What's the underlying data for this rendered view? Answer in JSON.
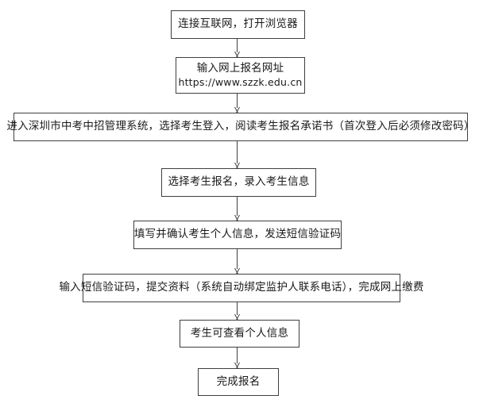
{
  "diagram": {
    "type": "flowchart",
    "orientation": "top-to-bottom",
    "background_color": "#ffffff",
    "border_color": "#3f3f3f",
    "text_color": "#1a1a1a",
    "nodes": [
      {
        "id": "step-1",
        "label": "连接互联网，打开浏览器",
        "sublabel": ""
      },
      {
        "id": "step-2",
        "label": "输入网上报名网址",
        "sublabel": "https://www.szzk.edu.cn"
      },
      {
        "id": "step-3",
        "label": "进入深圳市中考中招管理系统，选择考生登入，阅读考生报名承诺书（首次登入后必须修改密码）",
        "sublabel": ""
      },
      {
        "id": "step-4",
        "label": "选择考生报名，录入考生信息",
        "sublabel": ""
      },
      {
        "id": "step-5",
        "label": "填写并确认考生个人信息，发送短信验证码",
        "sublabel": ""
      },
      {
        "id": "step-6",
        "label": "输入短信验证码，提交资料（系统自动绑定监护人联系电话），完成网上缴费",
        "sublabel": ""
      },
      {
        "id": "step-7",
        "label": "考生可查看个人信息",
        "sublabel": ""
      },
      {
        "id": "step-8",
        "label": "完成报名",
        "sublabel": ""
      }
    ],
    "connectors": [
      {
        "id": "arrow-1",
        "from": "step-1",
        "to": "step-2",
        "icon": "arrow-down-icon"
      },
      {
        "id": "arrow-2",
        "from": "step-2",
        "to": "step-3",
        "icon": "arrow-down-icon"
      },
      {
        "id": "arrow-3",
        "from": "step-3",
        "to": "step-4",
        "icon": "arrow-down-icon"
      },
      {
        "id": "arrow-4",
        "from": "step-4",
        "to": "step-5",
        "icon": "arrow-down-icon"
      },
      {
        "id": "arrow-5",
        "from": "step-5",
        "to": "step-6",
        "icon": "arrow-down-icon"
      },
      {
        "id": "arrow-6",
        "from": "step-6",
        "to": "step-7",
        "icon": "arrow-down-icon"
      },
      {
        "id": "arrow-7",
        "from": "step-7",
        "to": "step-8",
        "icon": "arrow-down-icon"
      }
    ]
  }
}
